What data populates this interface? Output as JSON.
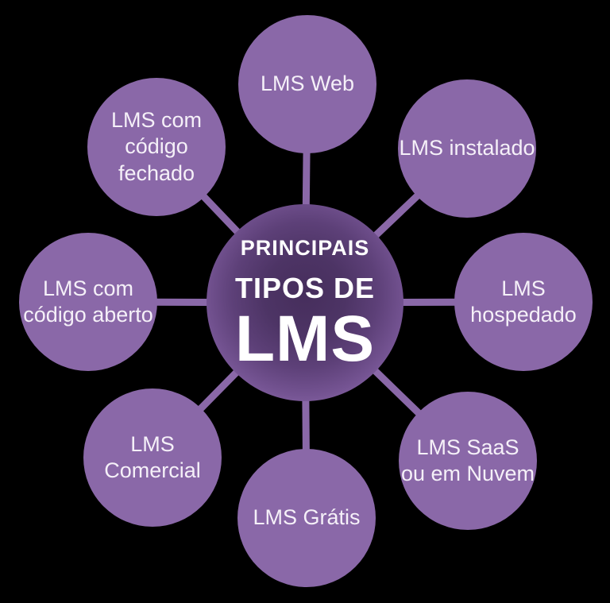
{
  "diagram": {
    "title": "Principais tipos de LMS",
    "center": {
      "line1": "PRINCIPAIS",
      "line2": "TIPOS DE",
      "line3": "LMS"
    },
    "nodes": [
      {
        "id": "lms-web",
        "label": "LMS Web",
        "position": "top"
      },
      {
        "id": "lms-instalado",
        "label": "LMS instalado",
        "position": "top-right"
      },
      {
        "id": "lms-hospedado",
        "label": "LMS\nhospedado",
        "position": "right"
      },
      {
        "id": "lms-saas-nuvem",
        "label": "LMS SaaS\nou em Nuvem",
        "position": "bottom-right"
      },
      {
        "id": "lms-gratis",
        "label": "LMS Grátis",
        "position": "bottom"
      },
      {
        "id": "lms-comercial",
        "label": "LMS\nComercial",
        "position": "bottom-left"
      },
      {
        "id": "lms-codigo-aberto",
        "label": "LMS com\ncódigo aberto",
        "position": "left"
      },
      {
        "id": "lms-codigo-fechado",
        "label": "LMS com\ncódigo\nfechado",
        "position": "top-left"
      }
    ],
    "colors": {
      "background": "#000000",
      "node_fill": "#8a68a8",
      "connector": "#8a68a8",
      "center_core": "#462e5c",
      "center_rim": "#a284bd",
      "node_label_text": "#f5f0f8",
      "center_text": "#ffffff"
    }
  }
}
